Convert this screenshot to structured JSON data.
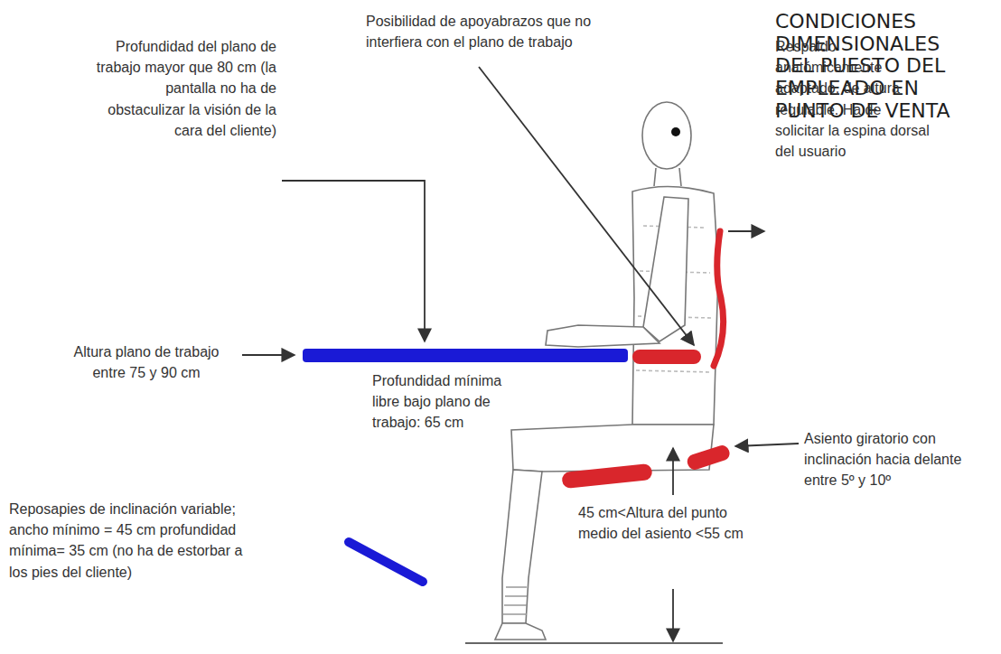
{
  "diagram": {
    "title": "CONDICIONES DIMENSIONALES DEL PUESTO DEL EMPLEADO EN PUNTO DE VENTA",
    "labels": [
      "Posibilidad de apoyabrazos que no interfiera con el plano de trabajo",
      "Profundidad del plano de trabajo mayor que 80 cm (la pantalla no ha de obstaculizar la visión de la cara del cliente)",
      "Respaldo anatómicamente adaptado, de altura regulable. Ha de solicitar la espina dorsal del usuario",
      "Altura plano de trabajo entre 75 y 90 cm",
      "Profundidad mínima libre bajo plano de trabajo: 65 cm",
      "Asiento giratorio con inclinación hacia delante entre 5º y 10º",
      "Reposapies de inclinación variable; ancho mínimo = 45 cm profundidad mínima= 35 cm (no ha de estorbar a los pies del cliente)",
      "45 cm<Altura del punto medio del asiento <55 cm"
    ]
  }
}
